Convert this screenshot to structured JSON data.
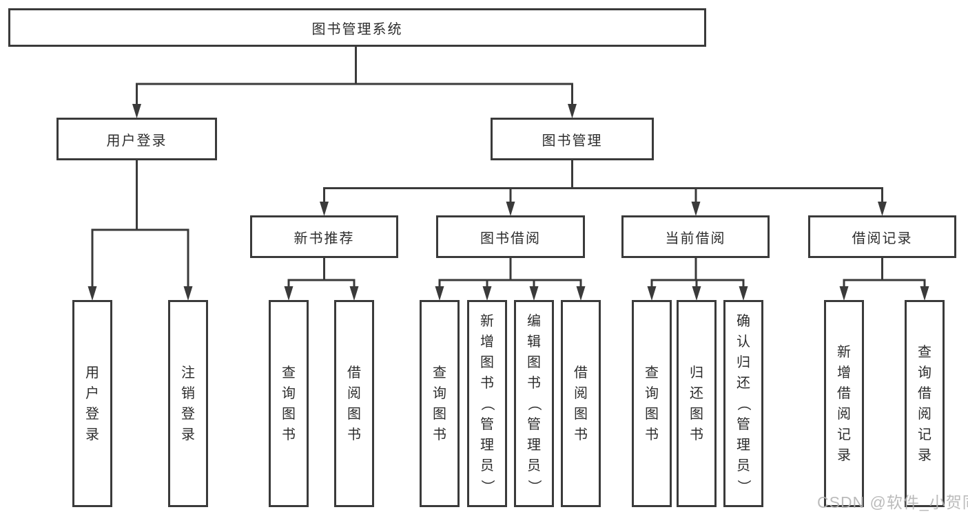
{
  "colors": {
    "line": "#3a3a3a",
    "text": "#2d2d2d",
    "watermark": "#b4b4b4",
    "background": "#ffffff"
  },
  "watermark": {
    "text": "CSDN @软件_小贺同学"
  },
  "tree": {
    "root": {
      "label": "图书管理系统"
    },
    "branches": [
      {
        "label": "用户登录",
        "children": [
          {
            "label": "用户登录"
          },
          {
            "label": "注销登录"
          }
        ]
      },
      {
        "label": "图书管理",
        "children": [
          {
            "label": "新书推荐",
            "children": [
              {
                "label": "查询图书"
              },
              {
                "label": "借阅图书"
              }
            ]
          },
          {
            "label": "图书借阅",
            "children": [
              {
                "label": "查询图书"
              },
              {
                "label": "新增图书（管理员）"
              },
              {
                "label": "编辑图书（管理员）"
              },
              {
                "label": "借阅图书"
              }
            ]
          },
          {
            "label": "当前借阅",
            "children": [
              {
                "label": "查询图书"
              },
              {
                "label": "归还图书"
              },
              {
                "label": "确认归还（管理员）"
              }
            ]
          },
          {
            "label": "借阅记录",
            "children": [
              {
                "label": "新增借阅记录"
              },
              {
                "label": "查询借阅记录"
              }
            ]
          }
        ]
      }
    ]
  }
}
